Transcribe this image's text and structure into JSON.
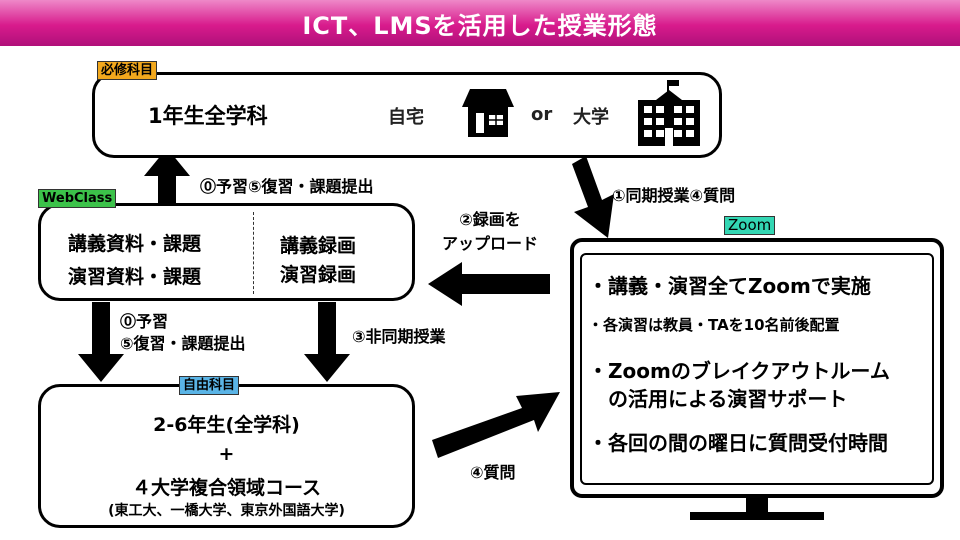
{
  "title": "ICT、LMSを活用した授業形態",
  "required": {
    "tag": "必修科目",
    "audience": "1年生全学科",
    "home": "自宅",
    "or": "or",
    "university": "大学"
  },
  "webclass": {
    "tag": "WebClass",
    "left_line1": "講義資料・課題",
    "left_line2": "演習資料・課題",
    "right_line1": "講義録画",
    "right_line2": "演習録画"
  },
  "elective": {
    "tag": "自由科目",
    "line1": "2-6年生(全学科)",
    "plus": "+",
    "line2": "４大学複合領域コース",
    "line3": "(東工大、一橋大学、東京外国語大学)"
  },
  "zoom": {
    "tag": "Zoom",
    "items": [
      "・講義・演習全てZoomで実施",
      "・各演習は教員・TAを10名前後配置",
      "・Zoomのブレイクアウトルーム",
      "の活用による演習サポート",
      "・各回の間の曜日に質問受付時間"
    ]
  },
  "arrows": {
    "prep_review": "⓪予習⑤復習・課題提出",
    "sync_question": "①同期授業④質問",
    "upload_line1": "②録画を",
    "upload_line2": "アップロード",
    "prep": "⓪予習",
    "review": "⑤復習・課題提出",
    "async": "③非同期授業",
    "question": "④質問"
  },
  "colors": {
    "banner": "#d81b8c",
    "required_tag": "#f2a81d",
    "webclass_tag": "#3cc24a",
    "elective_tag": "#5ab4e6",
    "zoom_tag": "#33d6b3"
  }
}
